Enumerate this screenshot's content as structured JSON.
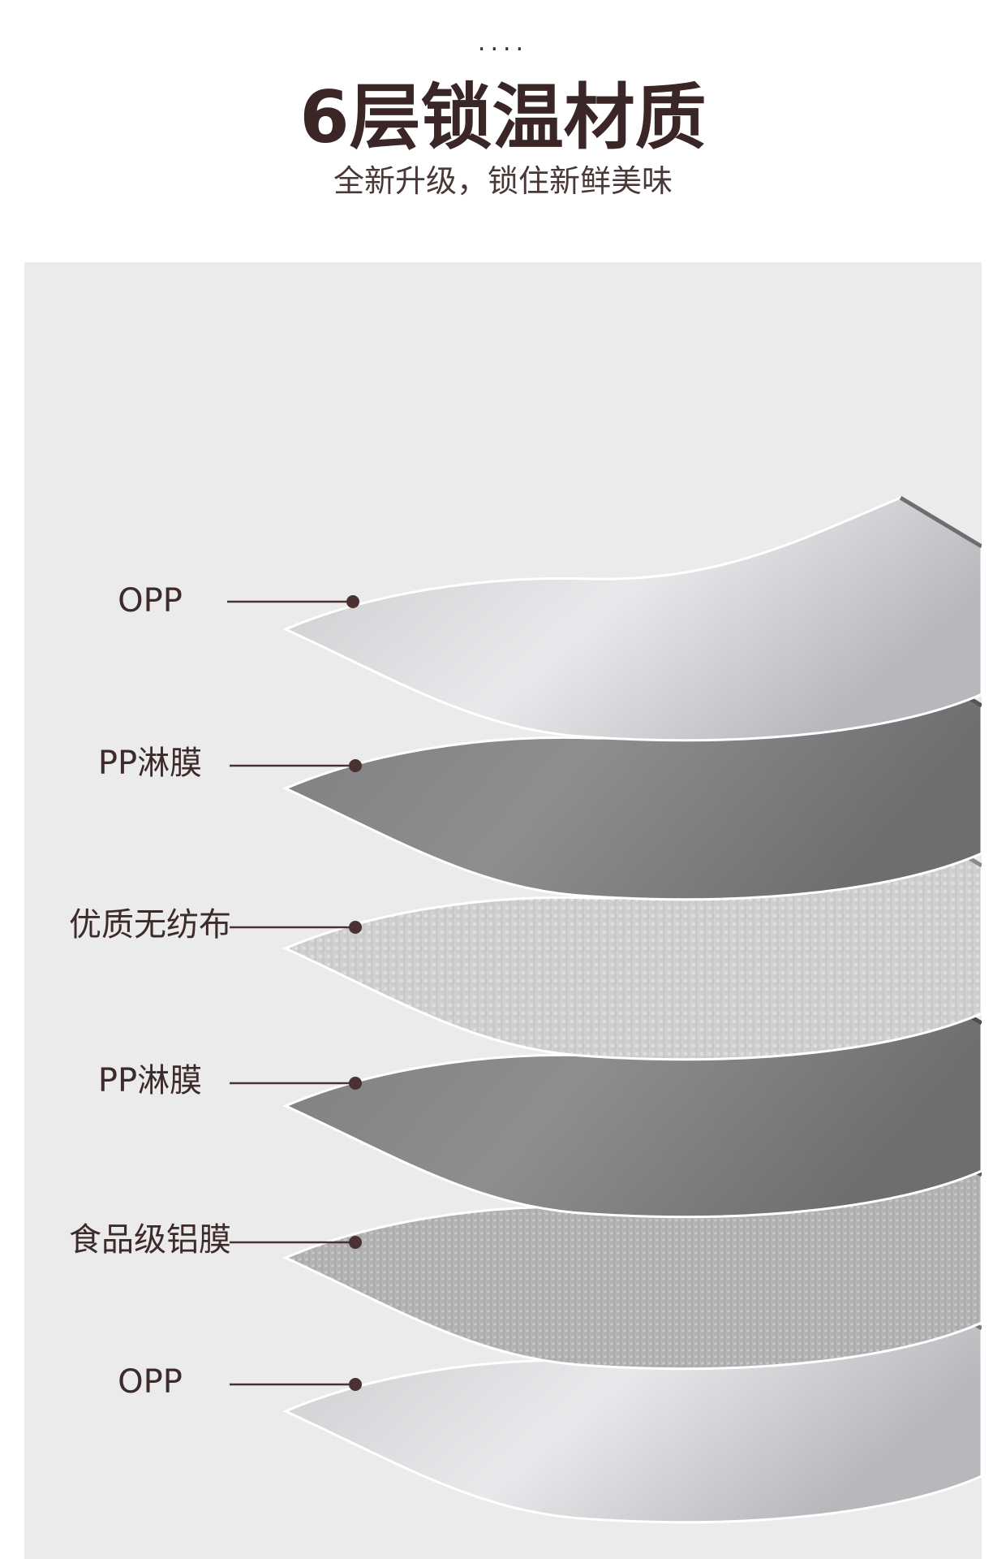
{
  "header": {
    "dots": "....",
    "title": "6层锁温材质",
    "subtitle": "全新升级，锁住新鲜美味"
  },
  "layers": [
    {
      "label": "OPP"
    },
    {
      "label": "PP淋膜"
    },
    {
      "label": "优质无纺布"
    },
    {
      "label": "PP淋膜"
    },
    {
      "label": "食品级铝膜"
    },
    {
      "label": "OPP"
    }
  ],
  "colors": {
    "text": "#3a2626",
    "panel_bg": "#ebebeb",
    "connector": "#4a3232"
  }
}
